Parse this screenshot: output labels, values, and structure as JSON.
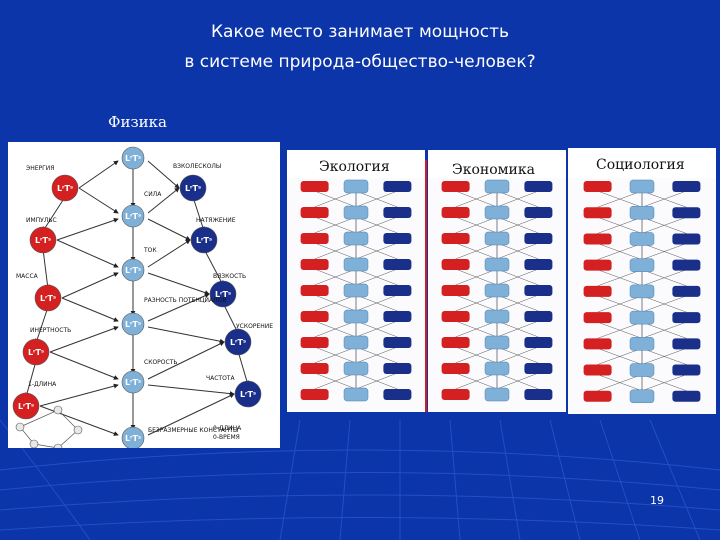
{
  "title": {
    "line1": "Какое место занимает мощность",
    "line2": "в системе природа-общество-человек?"
  },
  "labels": {
    "physics": "Физика",
    "ecology": "Экология",
    "economics": "Экономика",
    "sociology": "Социология"
  },
  "physics_diagram": {
    "node_label": "LʳTˢ",
    "left_terms": [
      "ЭНЕРГИЯ",
      "ИМПУЛЬС",
      "МАССА",
      "ИНЕРТНОСТЬ",
      "1-ДЛИНА"
    ],
    "center_terms": [
      "СИЛА",
      "ТОК",
      "РАЗНОСТЬ ПОТЕНЦИАЛОВ",
      "СКОРОСТЬ"
    ],
    "right_terms": [
      "ВЗКОЛЕСКОЛЫ",
      "НАТЯЖЕНИЕ",
      "ВЯЗКОСТЬ",
      "УСКОРЕНИЕ",
      "ЧАСТОТА"
    ],
    "bottom_terms": [
      "БЕЗРАЗМЕРНЫЕ КОНСТАНТЫ",
      "0-ДЛИНА",
      "0-ВРЕМЯ"
    ]
  },
  "page_number": "19",
  "colors": {
    "background": "#0b35a8",
    "node_red": "#d42020",
    "node_navy": "#1a2f8a",
    "node_sky": "#7fb0d8"
  }
}
